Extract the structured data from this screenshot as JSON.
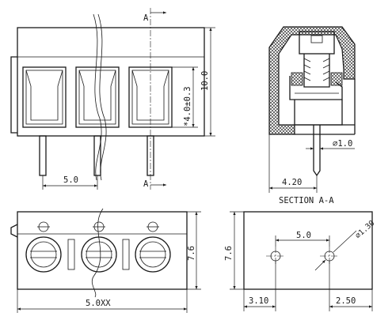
{
  "section_marks": {
    "top": "A",
    "bottom": "A"
  },
  "dimensions": {
    "pitch": "5.0",
    "height": "10.0",
    "wire_window": "*4.0±0.3",
    "pin_diameter": "∅1.0",
    "pin_offset": "4.20",
    "depth": "7.6",
    "hole_pitch": "5.0",
    "hole_diameter": "∅1.30",
    "hole_offset_left": "3.10",
    "hole_offset_right": "2.50",
    "total_length": "5.0XX"
  },
  "section_caption": "SECTION A-A"
}
